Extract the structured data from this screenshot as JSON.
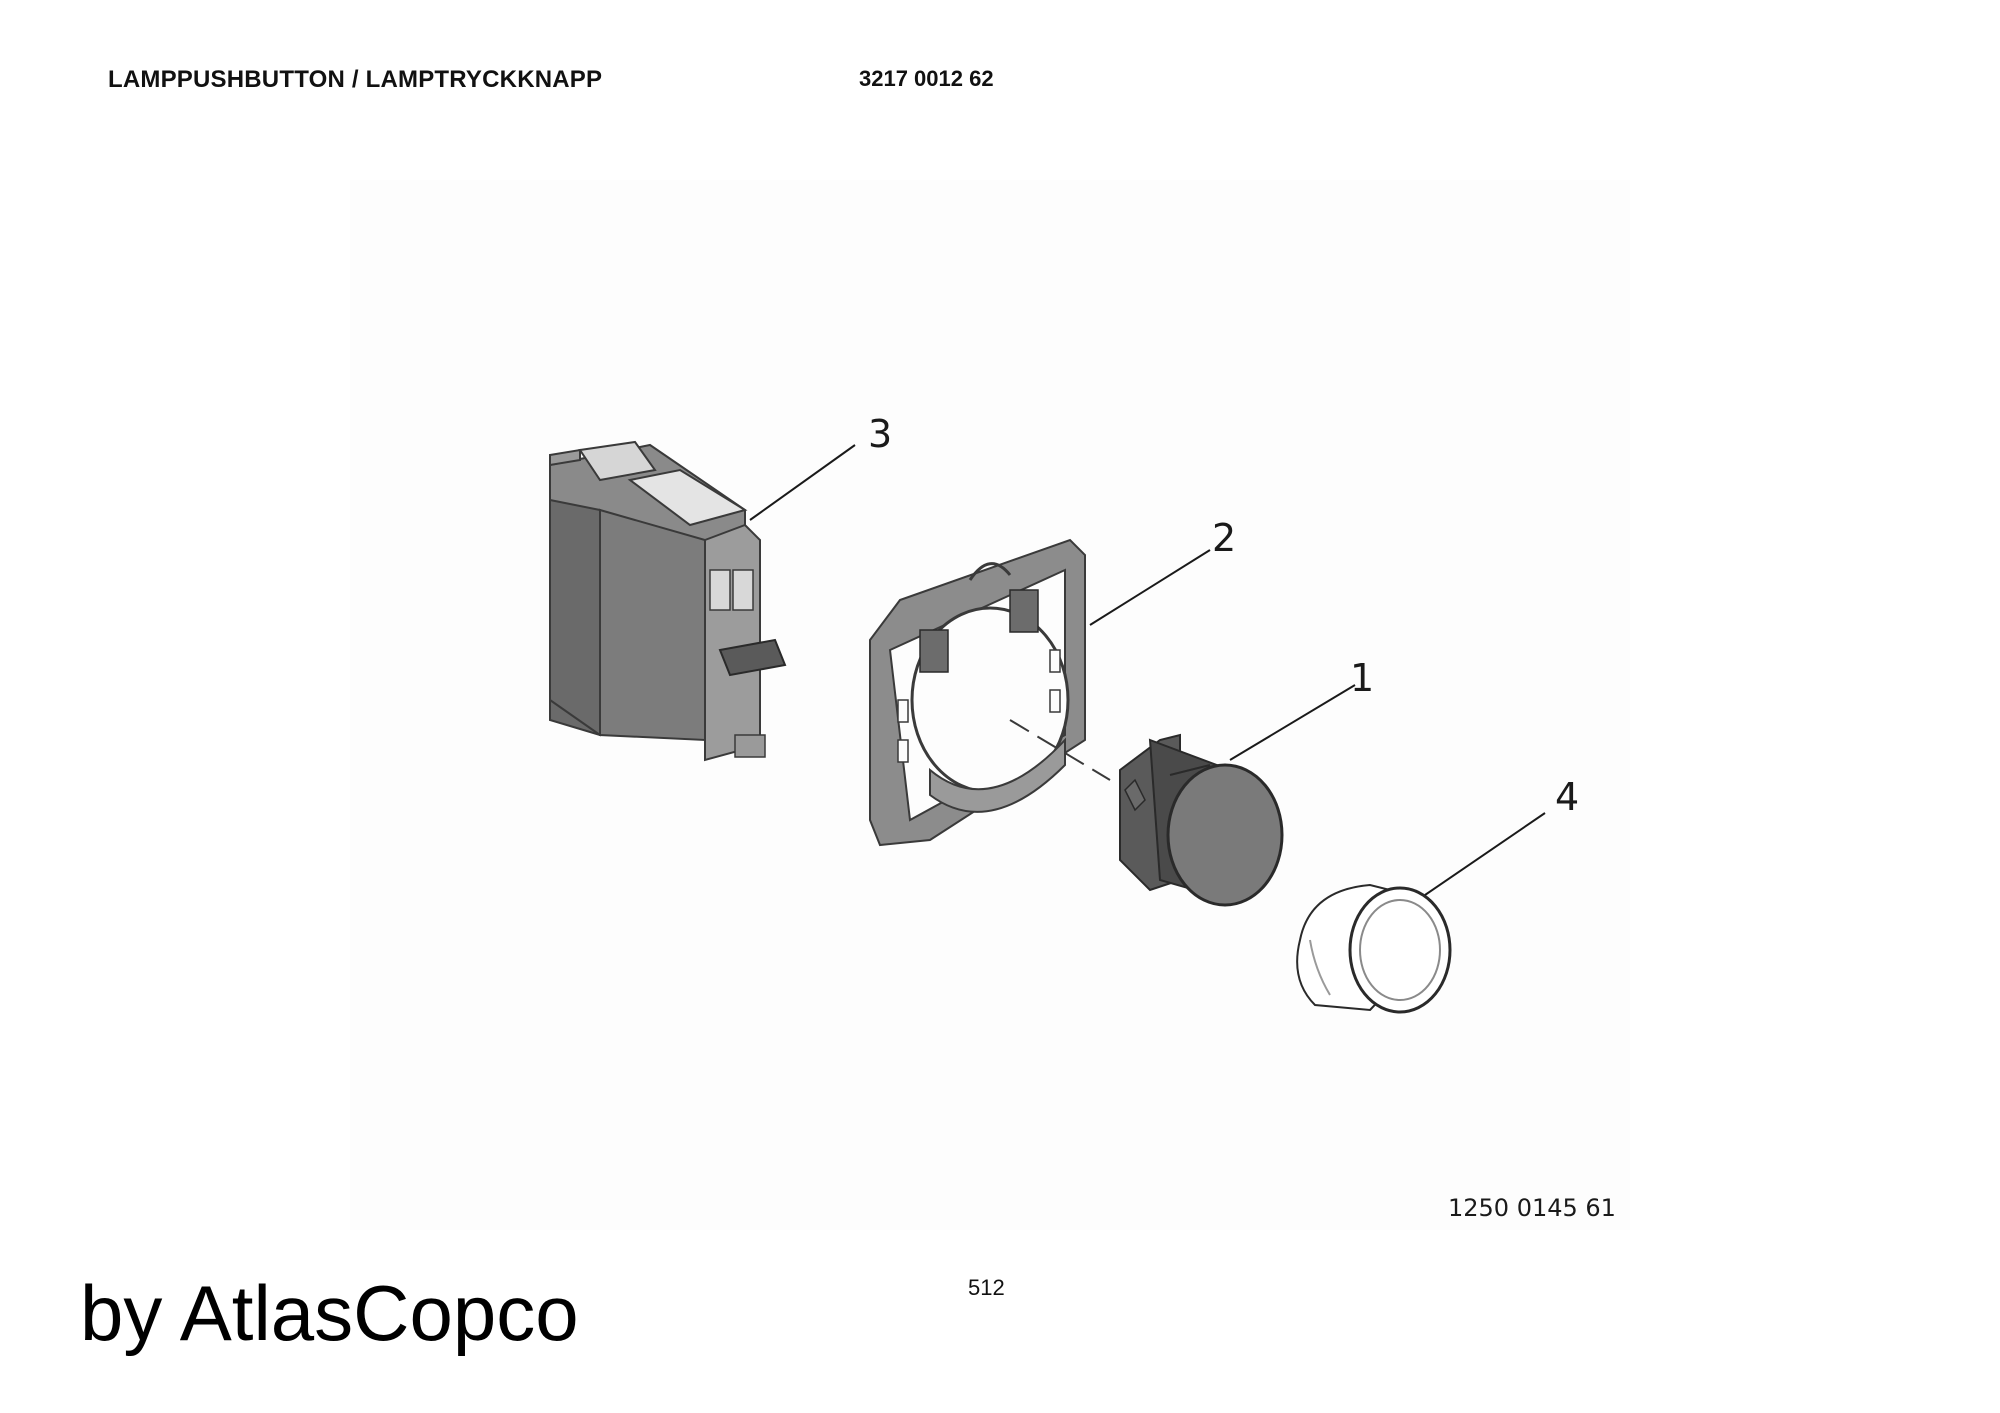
{
  "header": {
    "title": "LAMPPUSHBUTTON / LAMPTRYCKKNAPP",
    "part_number": "3217 0012 62"
  },
  "drawing": {
    "callouts": [
      "3",
      "2",
      "1",
      "4"
    ],
    "figure_number": "1250 0145 61",
    "parts": [
      {
        "callout": "1",
        "icon": "lamp-head-icon"
      },
      {
        "callout": "2",
        "icon": "mounting-collar-icon"
      },
      {
        "callout": "3",
        "icon": "light-block-icon"
      },
      {
        "callout": "4",
        "icon": "lens-cap-icon"
      }
    ]
  },
  "footer": {
    "page_number": "512",
    "brand": "by AtlasCopco"
  },
  "colors": {
    "part_gray": "#7a7a7a",
    "part_dark": "#4a4a4a",
    "part_light": "#bdbdbd",
    "panel": "#fdfdfd"
  }
}
